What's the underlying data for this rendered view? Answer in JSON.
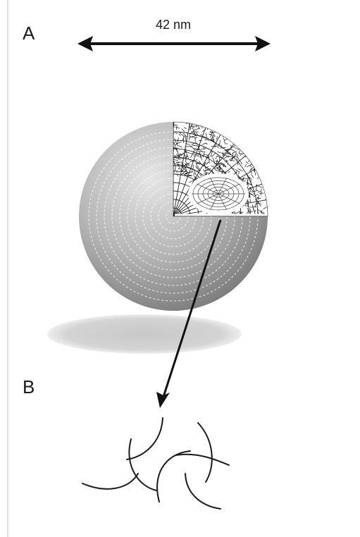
{
  "figure": {
    "panel_a": "A",
    "panel_b": "B",
    "scale_bar": "42 nm"
  }
}
